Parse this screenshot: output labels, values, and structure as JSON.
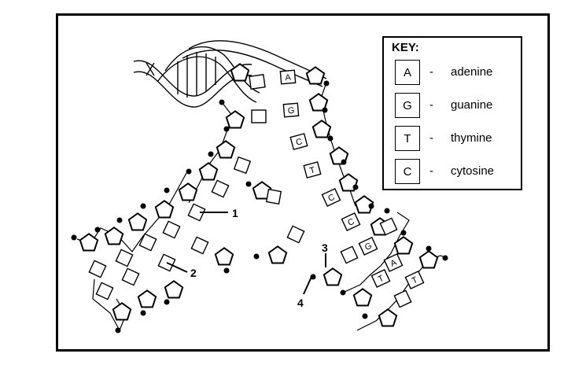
{
  "key": {
    "title": "KEY:",
    "entries": [
      {
        "letter": "A",
        "dash": "-",
        "name": "adenine"
      },
      {
        "letter": "G",
        "dash": "-",
        "name": "guanine"
      },
      {
        "letter": "T",
        "dash": "-",
        "name": "thymine"
      },
      {
        "letter": "C",
        "dash": "-",
        "name": "cytosine"
      }
    ]
  },
  "labeled_bases": [
    "A",
    "G",
    "C",
    "T",
    "C",
    "C",
    "G",
    "T",
    "A",
    "T"
  ],
  "callouts": [
    "1",
    "2",
    "3",
    "4"
  ]
}
